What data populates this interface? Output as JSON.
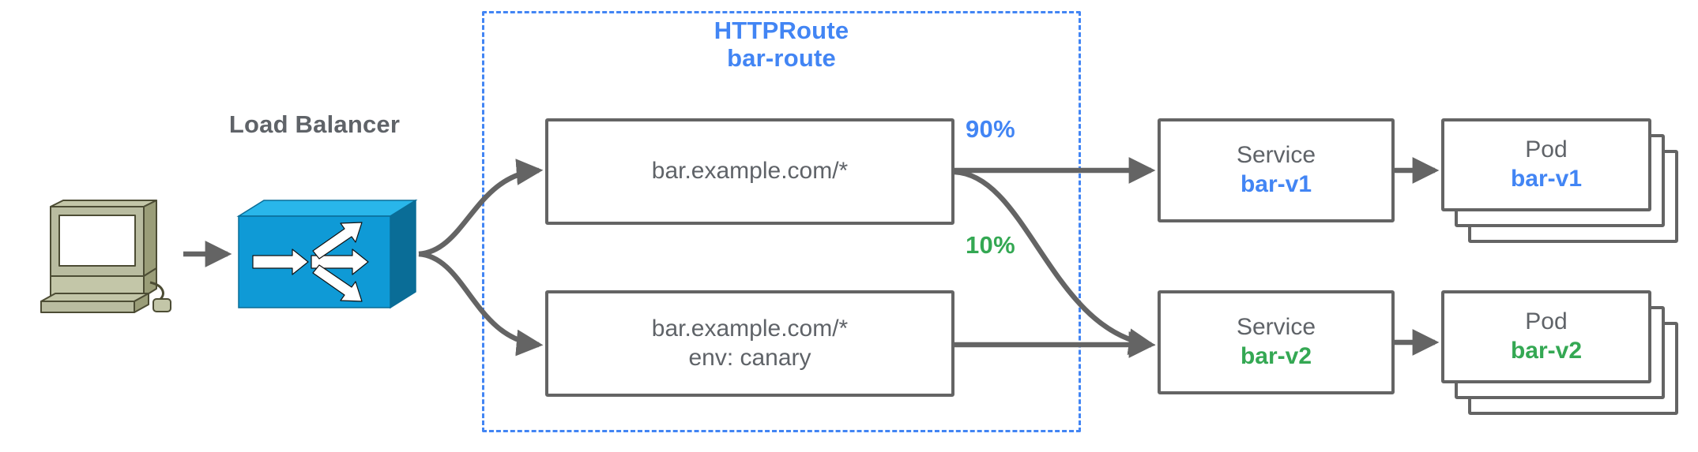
{
  "diagram": {
    "title_group": {
      "kind": "HTTPRoute",
      "name": "bar-route",
      "border_color": "#4285F4"
    },
    "client": {
      "icon": "desktop-computer-icon"
    },
    "load_balancer": {
      "label": "Load Balancer",
      "icon": "network-switch-icon",
      "color": "#0f9ad6"
    },
    "matches": [
      {
        "line1": "bar.example.com/*",
        "line2": ""
      },
      {
        "line1": "bar.example.com/*",
        "line2": "env: canary"
      }
    ],
    "weights": [
      {
        "value": "90%",
        "color": "#4285F4"
      },
      {
        "value": "10%",
        "color": "#34A853"
      }
    ],
    "services": [
      {
        "kind": "Service",
        "name": "bar-v1",
        "color": "#4285F4"
      },
      {
        "kind": "Service",
        "name": "bar-v2",
        "color": "#34A853"
      }
    ],
    "pods": [
      {
        "kind": "Pod",
        "name": "bar-v1",
        "color": "#4285F4",
        "replicas": 3
      },
      {
        "kind": "Pod",
        "name": "bar-v2",
        "color": "#34A853",
        "replicas": 3
      }
    ],
    "colors": {
      "stroke_gray": "#646464",
      "text_gray": "#5F6368",
      "blue": "#4285F4",
      "green": "#34A853"
    }
  }
}
